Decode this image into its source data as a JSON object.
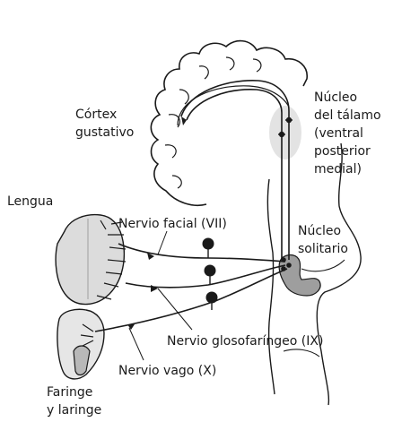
{
  "labels": {
    "cortex": [
      "Córtex",
      "gustativo"
    ],
    "thalamus": [
      "Núcleo",
      "del tálamo",
      "(ventral",
      "posterior",
      "medial)"
    ],
    "tongue": "Lengua",
    "facial": "Nervio facial (VII)",
    "solitary": [
      "Núcleo",
      "solitario"
    ],
    "glosso": "Nervio glosofaríngeo (IX)",
    "vagus": "Nervio vago (X)",
    "pharynx": [
      "Faringe",
      "y laringe"
    ]
  },
  "colors": {
    "outline": "#1a1a1a",
    "tongue_fill": "#dcdcdc",
    "nucleus_fill": "#9e9e9e",
    "thalamus_fill": "#e3e3e3"
  }
}
